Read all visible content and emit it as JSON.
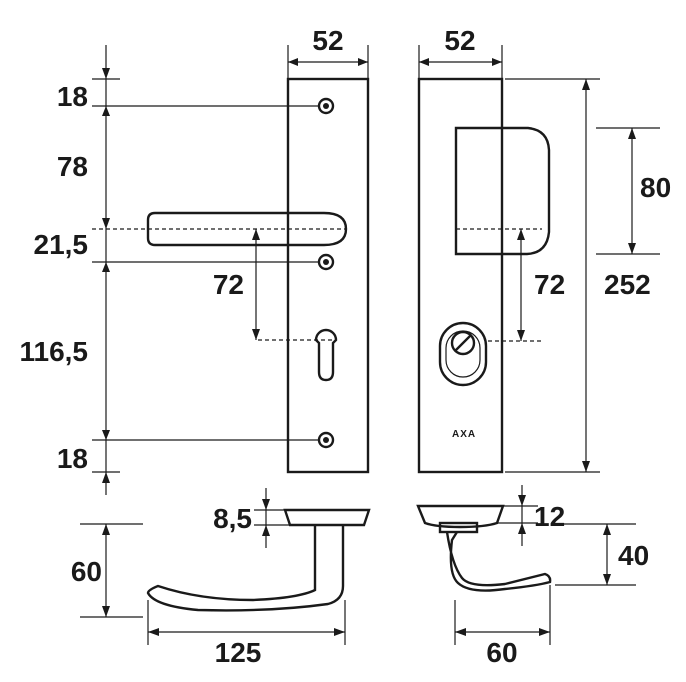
{
  "dimensions": {
    "width_front": "52",
    "width_side": "52",
    "top_screw": "18",
    "screw_to_handle": "78",
    "handle_axis": "21,5",
    "handle_to_lock": "72",
    "lower_span": "116,5",
    "bottom_screw": "18",
    "shield_block": "80",
    "total_height": "252",
    "side_lock_distance": "72",
    "rose_thickness": "8,5",
    "handle_projection": "60",
    "handle_length": "125",
    "side_rose_thickness": "12",
    "side_handle_projection": "40",
    "side_handle_length": "60"
  },
  "brand_label": "AXA"
}
